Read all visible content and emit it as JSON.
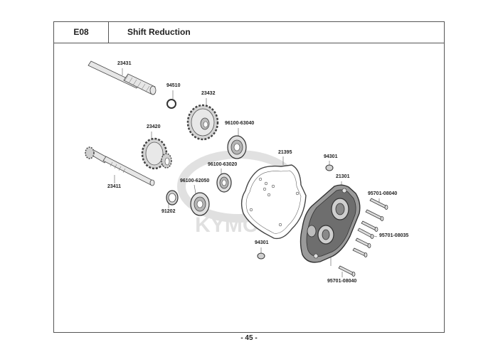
{
  "header": {
    "code": "E08",
    "title": "Shift Reduction"
  },
  "watermark": {
    "text": "KYMCO"
  },
  "parts": [
    {
      "id": "23431"
    },
    {
      "id": "94510"
    },
    {
      "id": "23432"
    },
    {
      "id": "23420"
    },
    {
      "id": "96100-63040"
    },
    {
      "id": "21395"
    },
    {
      "id": "94301"
    },
    {
      "id": "23411"
    },
    {
      "id": "96100-63020"
    },
    {
      "id": "21301"
    },
    {
      "id": "96100-62050"
    },
    {
      "id": "95701-08040"
    },
    {
      "id": "91202"
    },
    {
      "id": "95701-08035"
    },
    {
      "id": "94301"
    },
    {
      "id": "95701-08040"
    }
  ],
  "footer": {
    "page": "- 45 -"
  }
}
